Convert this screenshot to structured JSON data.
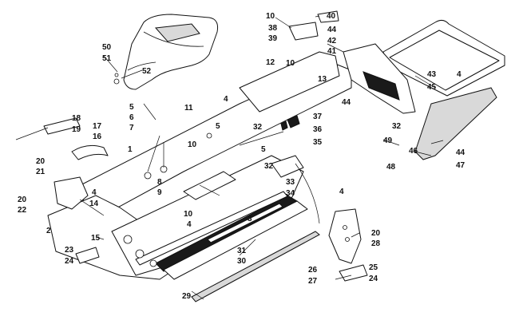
{
  "callouts": [
    "1",
    "2",
    "3",
    "4",
    "5",
    "6",
    "7",
    "8",
    "9",
    "10",
    "11",
    "12",
    "13",
    "14",
    "15",
    "16",
    "17",
    "18",
    "19",
    "20",
    "21",
    "22",
    "23",
    "24",
    "25",
    "26",
    "27",
    "28",
    "29",
    "30",
    "31",
    "32",
    "33",
    "34",
    "35",
    "36",
    "37",
    "38",
    "39",
    "40",
    "41",
    "42",
    "43",
    "44",
    "45",
    "46",
    "47",
    "48",
    "49",
    "50",
    "51",
    "52"
  ],
  "colors": {
    "ink": "#111111",
    "paper": "#ffffff",
    "shade": "#d9d9d9"
  }
}
